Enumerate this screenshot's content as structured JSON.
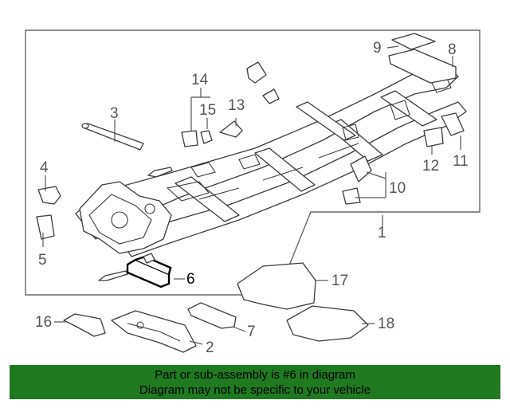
{
  "diagram": {
    "highlighted_callout": "6",
    "callouts": [
      {
        "id": "c1",
        "label": "1"
      },
      {
        "id": "c2",
        "label": "2"
      },
      {
        "id": "c3",
        "label": "3"
      },
      {
        "id": "c4",
        "label": "4"
      },
      {
        "id": "c5",
        "label": "5"
      },
      {
        "id": "c6",
        "label": "6"
      },
      {
        "id": "c7",
        "label": "7"
      },
      {
        "id": "c8",
        "label": "8"
      },
      {
        "id": "c9",
        "label": "9"
      },
      {
        "id": "c10",
        "label": "10"
      },
      {
        "id": "c11",
        "label": "11"
      },
      {
        "id": "c12",
        "label": "12"
      },
      {
        "id": "c13",
        "label": "13"
      },
      {
        "id": "c14",
        "label": "14"
      },
      {
        "id": "c15",
        "label": "15"
      },
      {
        "id": "c16",
        "label": "16"
      },
      {
        "id": "c17",
        "label": "17"
      },
      {
        "id": "c18",
        "label": "18"
      }
    ]
  },
  "banner": {
    "line1": "Part or sub-assembly is #6 in diagram",
    "line2": "Diagram may not be specific to your vehicle",
    "background": "#1f7a1f"
  }
}
